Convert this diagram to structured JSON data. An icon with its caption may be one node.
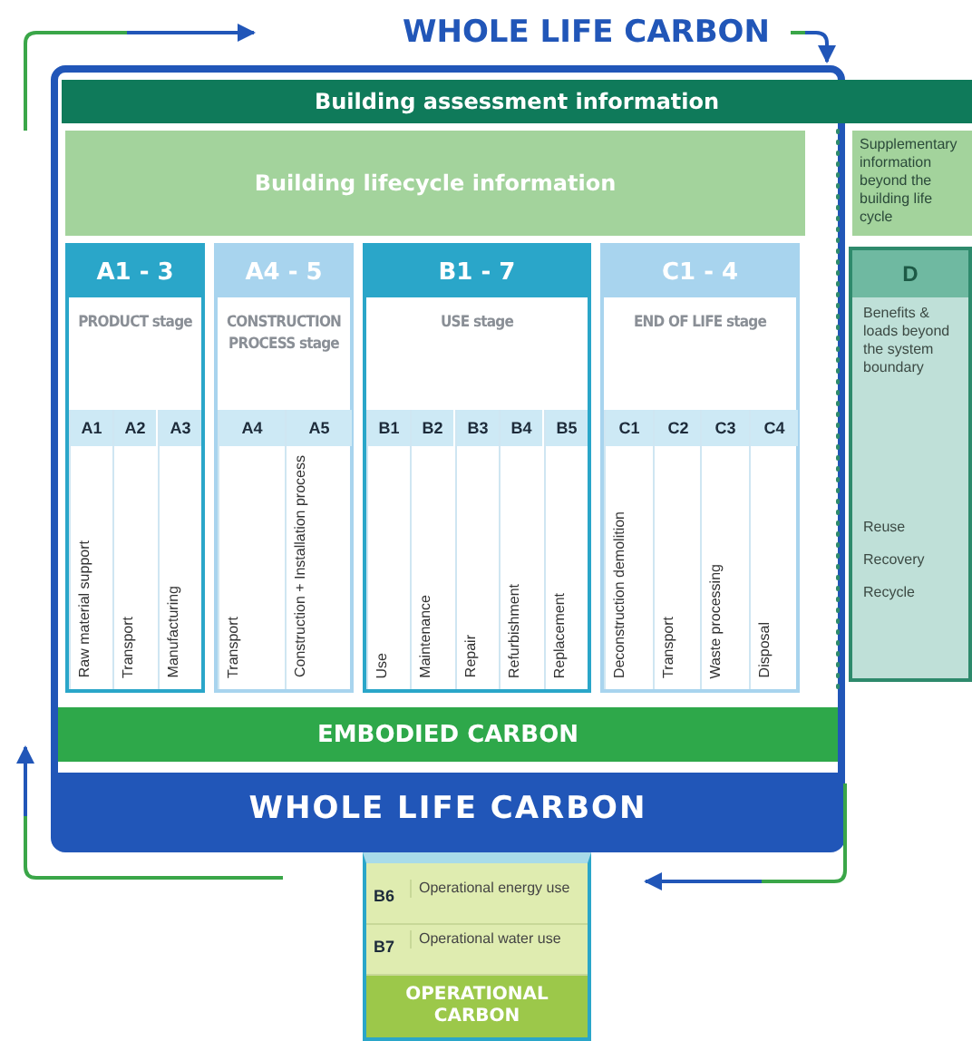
{
  "diagram": {
    "title": "WHOLE LIFE CARBON",
    "nodes": [
      {
        "text": [
          "WHOLE LIFE CARBON"
        ]
      },
      {
        "text": [
          "Building assessment information"
        ]
      },
      {
        "text": [
          "Building lifecycle information"
        ],
        "in": 0
      },
      {
        "text": [
          "A1 - 3",
          "PRODUCT stage"
        ],
        "in": 0
      },
      {
        "text": [
          "A1",
          "Raw material support"
        ],
        "in": 3
      },
      {
        "text": [
          "A2",
          "Transport"
        ],
        "in": 3
      },
      {
        "text": [
          "A3",
          "Manufacturing"
        ],
        "in": 3
      },
      {
        "text": [
          "A4 - 5",
          "CONSTRUCTION PROCESS stage"
        ],
        "in": 0
      },
      {
        "text": [
          "A4",
          "Transport"
        ],
        "in": 7
      },
      {
        "text": [
          "A5",
          "Construction + Installation process"
        ],
        "in": 7
      },
      {
        "text": [
          "B1 - 7",
          "USE stage"
        ],
        "in": 0
      },
      {
        "text": [
          "B1",
          "Use"
        ],
        "in": 10
      },
      {
        "text": [
          "B2",
          "Maintenance"
        ],
        "in": 10
      },
      {
        "text": [
          "B3",
          "Repair"
        ],
        "in": 10
      },
      {
        "text": [
          "B4",
          "Refurbishment"
        ],
        "in": 10
      },
      {
        "text": [
          "B5",
          "Replacement"
        ],
        "in": 10
      },
      {
        "text": [
          "C1 - 4",
          "END OF LIFE stage"
        ],
        "in": 0
      },
      {
        "text": [
          "C1",
          "Deconstruction demolition"
        ],
        "in": 16
      },
      {
        "text": [
          "C2",
          "Transport"
        ],
        "in": 16
      },
      {
        "text": [
          "C3",
          "Waste processing"
        ],
        "in": 16
      },
      {
        "text": [
          "C4",
          "Disposal"
        ],
        "in": 16
      },
      {
        "text": [
          "EMBODIED CARBON"
        ],
        "in": 0
      },
      {
        "text": [
          "OPERATIONAL CARBON"
        ]
      },
      {
        "text": [
          "B6",
          "Operational energy use"
        ],
        "in": 22
      },
      {
        "text": [
          "B7",
          "Operational water use"
        ],
        "in": 22
      },
      {
        "text": [
          "Supplementary information beyond the building life cycle"
        ]
      },
      {
        "text": [
          "D",
          "Benefits & loads beyond the system boundary",
          "Reuse",
          "Recovery",
          "Recycle"
        ]
      }
    ]
  }
}
